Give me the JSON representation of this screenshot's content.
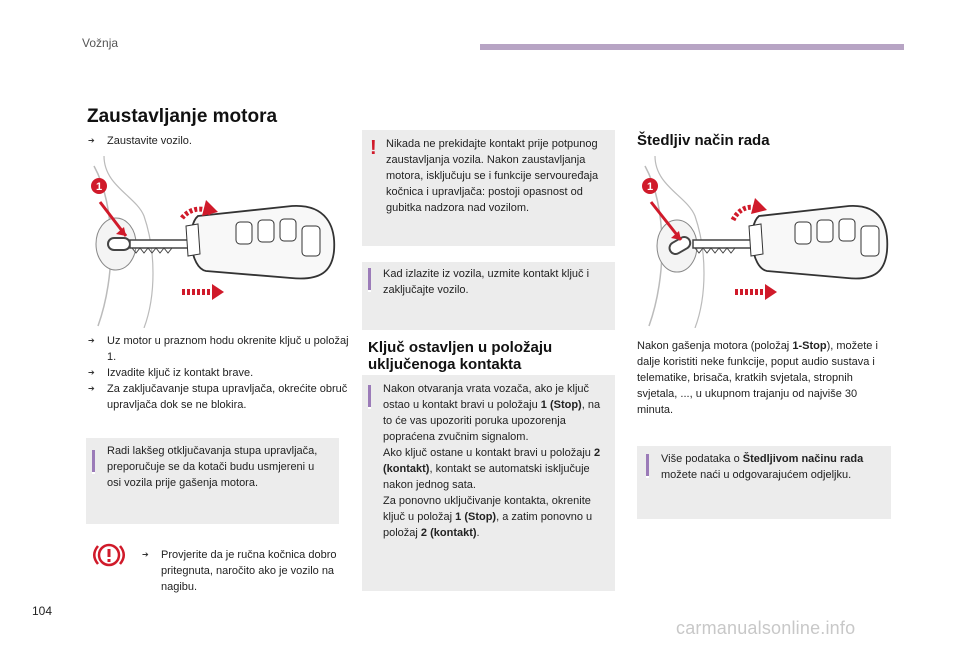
{
  "header": {
    "section": "Vožnja"
  },
  "page_number": "104",
  "watermark": "carmanualsonline.info",
  "main": {
    "title": "Zaustavljanje motora",
    "step1": "Zaustavite vozilo.",
    "steps": [
      "Uz motor u praznom hodu okrenite ključ u položaj 1.",
      "Izvadite ključ iz kontakt brave.",
      "Za zaključavanje stupa upravljača, okrećite obruč upravljača dok se ne blokira."
    ],
    "tip": "Radi lakšeg otključavanja stupa upravljača, preporučuje se da kotači budu usmjereni u osi vozila prije gašenja motora.",
    "handbrake_note": "Provjerite da je ručna kočnica dobro pritegnuta, naročito ako je vozilo na nagibu."
  },
  "middle": {
    "warning": "Nikada ne prekidajte kontakt prije potpunog zaustavljanja vozila. Nakon zaustavljanja motora, isključuju se i funkcije servouređaja kočnica i upravljača: postoji opasnost od gubitka nadzora nad vozilom.",
    "exit_tip": "Kad izlazite iz vozila, uzmite kontakt ključ i zaključajte vozilo.",
    "heading_line1": "Ključ ostavljen u položaju",
    "heading_line2": "uključenoga kontakta",
    "info_a": "Nakon otvaranja vrata vozača, ako je ključ ostao u kontakt bravi u položaju",
    "info_a_bold": "1 (Stop)",
    "info_b": ", na to će vas upozoriti poruka upozorenja popraćena zvučnim signalom.",
    "info_c": "Ako ključ ostane u kontakt bravi u položaju",
    "info_c_bold": "2 (kontakt)",
    "info_d": ", kontakt se automatski isključuje nakon jednog sata.",
    "info_e": "Za ponovno uključivanje kontakta, okrenite ključ u položaj",
    "info_e_bold": "1 (Stop)",
    "info_f": ", a zatim ponovno u položaj",
    "info_f_bold": "2 (kontakt)",
    "info_g": "."
  },
  "right": {
    "title": "Štedljiv način rada",
    "para_a": "Nakon gašenja motora (položaj",
    "para_a_bold": "1-Stop",
    "para_b": "), možete i dalje koristiti neke funkcije, poput audio sustava i telematike, brisača, kratkih svjetala, stropnih svjetala, ..., u ukupnom trajanju od najviše 30 minuta.",
    "tip_a": "Više podataka o",
    "tip_bold": "Štedljivom načinu rada",
    "tip_b": "možete naći u odgovarajućem odjeljku."
  },
  "illustration": {
    "position_marker": "1"
  },
  "colors": {
    "accent": "#b7a4c4",
    "tip": "#9b7bb8",
    "warning": "#d01a2a",
    "box": "#ececec"
  }
}
